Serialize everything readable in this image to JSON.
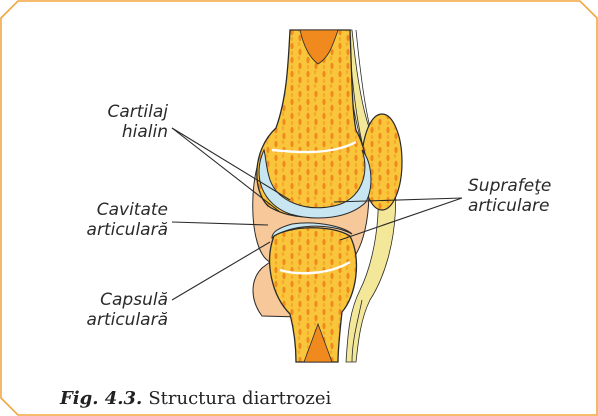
{
  "labels": {
    "cartilaj": [
      "Cartilaj",
      "hialin"
    ],
    "cavitate": [
      "Cavitate",
      "articulară"
    ],
    "capsula": [
      "Capsulă",
      "articulară"
    ],
    "suprafete": [
      "Suprafeţe",
      "articulare"
    ]
  },
  "caption": {
    "number": "Fig. 4.3.",
    "text": "Structura diartrozei"
  },
  "colors": {
    "frame": "#f2a640",
    "bone": "#f9c53a",
    "spongy": "#f08a1e",
    "cartilage": "#c8e6f2",
    "capsule": "#f6c89a",
    "outline": "#2a2a2a"
  }
}
